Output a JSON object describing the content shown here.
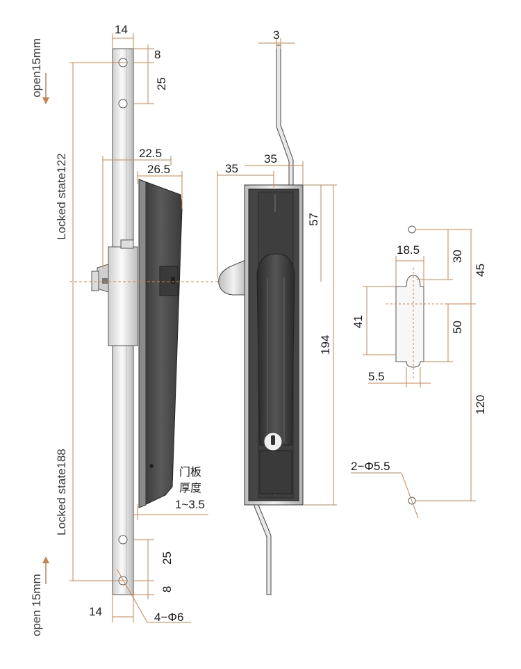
{
  "side_labels": {
    "open_top": "open15mm",
    "locked_122": "Locked state122",
    "locked_188": "Locked state188",
    "open_bottom": "open 15mm"
  },
  "rod_dims": {
    "width_top": "14",
    "width_bottom": "14",
    "hole_top_offset": "8",
    "hole_top_spacing": "25",
    "hole_bottom_spacing": "25",
    "hole_bottom_offset": "8",
    "holes": "4−Φ6"
  },
  "body_dims": {
    "d225": "22.5",
    "d265": "26.5"
  },
  "door_panel": {
    "line1": "门板",
    "line2": "厚度",
    "line3": "1~3.5"
  },
  "front_dims": {
    "rod_width": "3",
    "body_width": "35",
    "handle_reach": "35",
    "height_57": "57",
    "height_194": "194"
  },
  "cutout_dims": {
    "w185": "18.5",
    "h41": "41",
    "d55": "5.5",
    "h30": "30",
    "h50": "50",
    "h45": "45",
    "h120": "120",
    "holes": "2−Φ5.5"
  },
  "colors": {
    "dimension": "#c9834f",
    "body_dark": "#4a4a4a",
    "metal": "#e6e6e6"
  }
}
